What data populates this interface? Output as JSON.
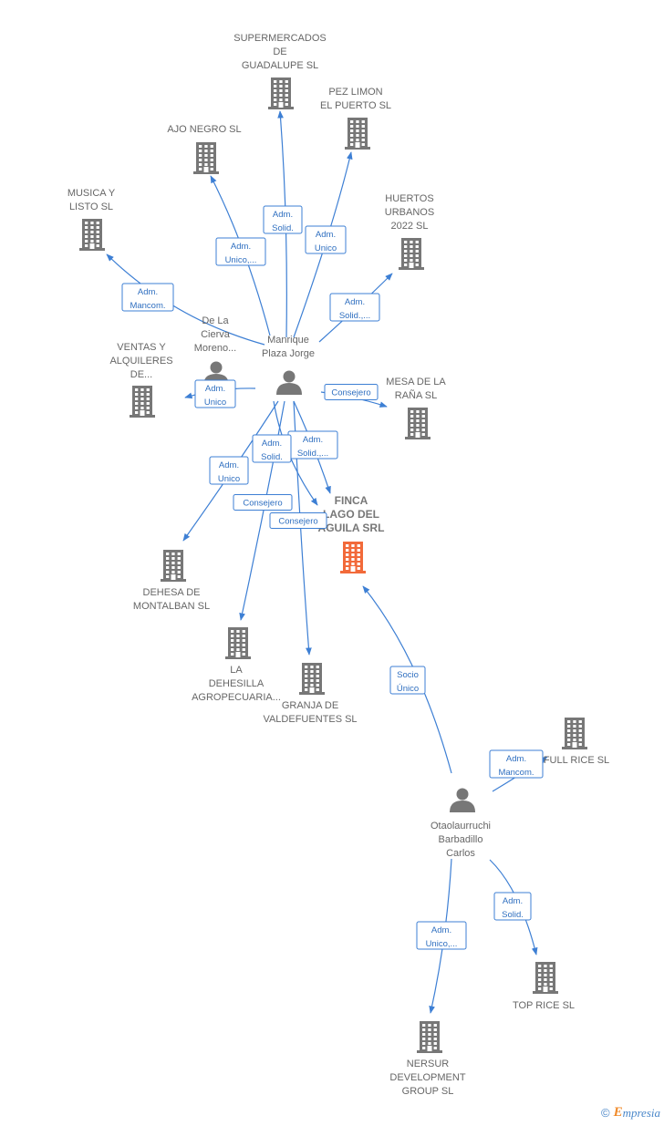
{
  "colors": {
    "edge": "#3d7fd4",
    "node": "#777777",
    "highlight": "#f26a3a",
    "label": "#666666"
  },
  "nodes": [
    {
      "id": "supermercados",
      "type": "company",
      "lines": [
        "SUPERMERCADOS",
        "DE",
        "GUADALUPE SL"
      ]
    },
    {
      "id": "pezlimon",
      "type": "company",
      "lines": [
        "PEZ LIMON",
        "EL PUERTO  SL"
      ]
    },
    {
      "id": "ajonegro",
      "type": "company",
      "lines": [
        "AJO NEGRO SL"
      ]
    },
    {
      "id": "huertos",
      "type": "company",
      "lines": [
        "HUERTOS",
        "URBANOS",
        "2022  SL"
      ]
    },
    {
      "id": "musica",
      "type": "company",
      "lines": [
        "MUSICA Y",
        "LISTO SL"
      ]
    },
    {
      "id": "ventas",
      "type": "company",
      "lines": [
        "VENTAS Y",
        "ALQUILERES",
        "DE..."
      ]
    },
    {
      "id": "mesa",
      "type": "company",
      "lines": [
        "MESA DE LA",
        "RAÑA SL"
      ]
    },
    {
      "id": "finca",
      "type": "company",
      "highlight": true,
      "lines": [
        "FINCA",
        "LAGO DEL",
        "AGUILA SRL"
      ]
    },
    {
      "id": "dehesa",
      "type": "company",
      "lines": [
        "DEHESA DE",
        "MONTALBAN SL"
      ]
    },
    {
      "id": "dehesilla",
      "type": "company",
      "lines": [
        "LA",
        "DEHESILLA",
        "AGROPECUARIA..."
      ]
    },
    {
      "id": "granja",
      "type": "company",
      "lines": [
        "GRANJA DE",
        "VALDEFUENTES SL"
      ]
    },
    {
      "id": "fullrice",
      "type": "company",
      "lines": [
        "FULL RICE  SL"
      ]
    },
    {
      "id": "toprice",
      "type": "company",
      "lines": [
        "TOP RICE  SL"
      ]
    },
    {
      "id": "nersur",
      "type": "company",
      "lines": [
        "NERSUR",
        "DEVELOPMENT",
        "GROUP  SL"
      ]
    },
    {
      "id": "manrique",
      "type": "person",
      "lines": [
        "Manrique",
        "Plaza Jorge"
      ]
    },
    {
      "id": "delacierva",
      "type": "person",
      "lines": [
        "De La",
        "Cierva",
        "Moreno..."
      ]
    },
    {
      "id": "otaolaurruchi",
      "type": "person",
      "lines": [
        "Otaolaurruchi",
        "Barbadillo",
        "Carlos"
      ]
    }
  ],
  "edges": [
    {
      "from": "manrique",
      "to": "supermercados",
      "label": [
        "Adm.",
        "Solid."
      ]
    },
    {
      "from": "manrique",
      "to": "pezlimon",
      "label": [
        "Adm.",
        "Unico"
      ]
    },
    {
      "from": "manrique",
      "to": "ajonegro",
      "label": [
        "Adm.",
        "Unico,..."
      ]
    },
    {
      "from": "manrique",
      "to": "huertos",
      "label": [
        "Adm.",
        "Solid.,..."
      ]
    },
    {
      "from": "manrique",
      "to": "musica",
      "label": [
        "Adm.",
        "Mancom."
      ]
    },
    {
      "from": "manrique",
      "to": "ventas",
      "label": [
        "Adm.",
        "Unico"
      ]
    },
    {
      "from": "manrique",
      "to": "mesa",
      "label": [
        "Consejero"
      ]
    },
    {
      "from": "manrique",
      "to": "finca",
      "label": [
        "Adm.",
        "Solid.,..."
      ]
    },
    {
      "from": "manrique",
      "to": "finca",
      "label": [
        "Adm.",
        "Solid."
      ]
    },
    {
      "from": "manrique",
      "to": "dehesa",
      "label": [
        "Adm.",
        "Unico"
      ]
    },
    {
      "from": "manrique",
      "to": "dehesilla",
      "label": [
        "Consejero"
      ]
    },
    {
      "from": "manrique",
      "to": "granja",
      "label": [
        "Consejero"
      ]
    },
    {
      "from": "otaolaurruchi",
      "to": "finca",
      "label": [
        "Socio",
        "Único"
      ]
    },
    {
      "from": "otaolaurruchi",
      "to": "fullrice",
      "label": [
        "Adm.",
        "Mancom."
      ]
    },
    {
      "from": "otaolaurruchi",
      "to": "toprice",
      "label": [
        "Adm.",
        "Solid."
      ]
    },
    {
      "from": "otaolaurruchi",
      "to": "nersur",
      "label": [
        "Adm.",
        "Unico,..."
      ]
    }
  ],
  "footer": {
    "copyright": "©",
    "brand_initial": "E",
    "brand_rest": "mpresia"
  }
}
